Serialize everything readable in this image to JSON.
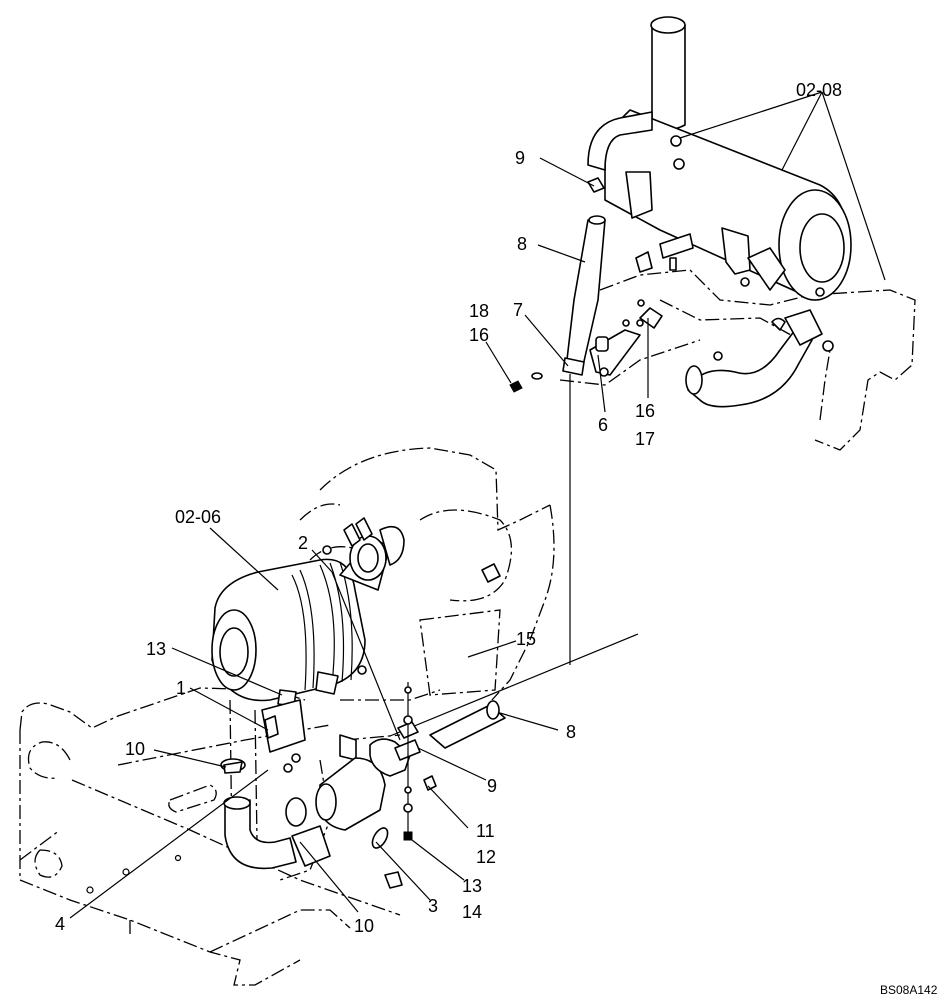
{
  "drawing_code": "BS08A142",
  "callouts": {
    "c_02_08": "02-08",
    "c_9_top": "9",
    "c_8_top": "8",
    "c_18": "18",
    "c_16_left": "16",
    "c_7": "7",
    "c_6": "6",
    "c_16_right": "16",
    "c_17": "17",
    "c_02_06": "02-06",
    "c_2": "2",
    "c_15": "15",
    "c_13_top": "13",
    "c_1": "1",
    "c_8_bottom": "8",
    "c_10_left": "10",
    "c_9_bottom": "9",
    "c_11": "11",
    "c_12": "12",
    "c_4": "4",
    "c_3": "3",
    "c_13_bottom": "13",
    "c_14": "14",
    "c_10_bottom": "10"
  }
}
